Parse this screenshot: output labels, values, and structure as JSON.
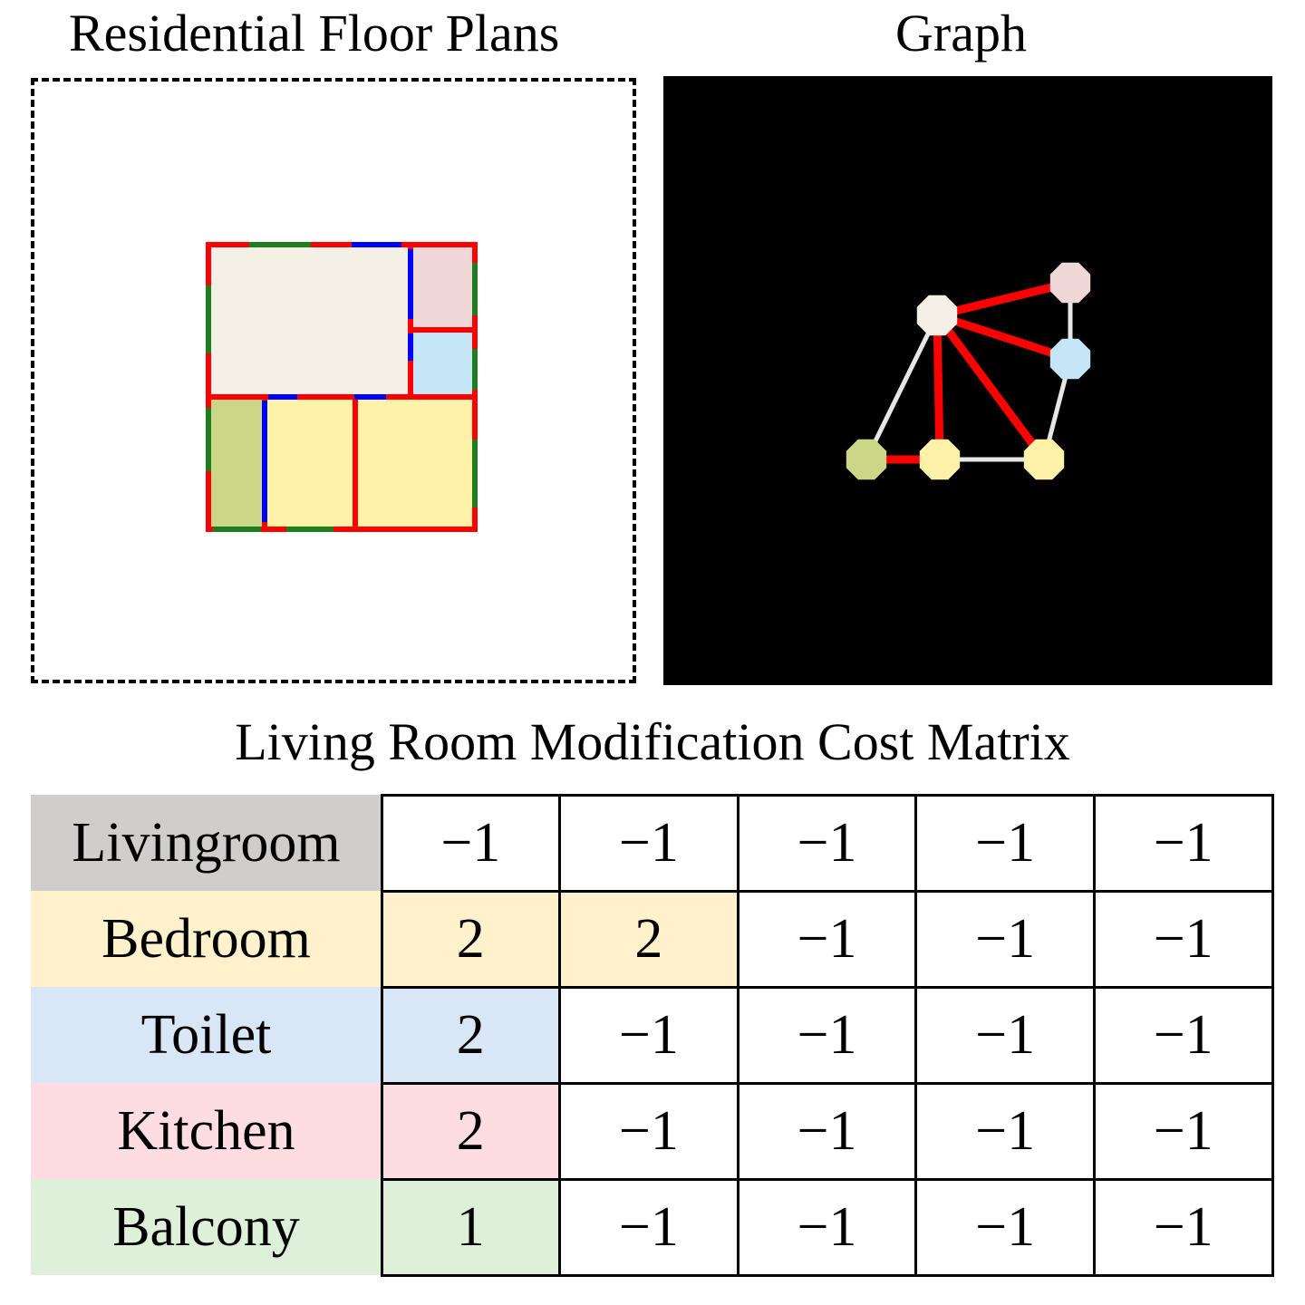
{
  "titles": {
    "floor_plan": "Residential Floor Plans",
    "graph": "Graph",
    "matrix": "Living Room Modification Cost Matrix"
  },
  "colors": {
    "wall": "#ff0000",
    "window": "#1e7d1e",
    "door": "#0000ff",
    "livingroom": "#f4f0e6",
    "kitchen": "#f0d8d8",
    "toilet": "#c4e6f6",
    "bedroom": "#fef2a8",
    "balcony": "#cbd687",
    "graph_background": "#000000",
    "edge_wall": "#ff0000",
    "edge_door": "#e6e6e6"
  },
  "floor_plan": {
    "rooms": [
      {
        "type": "livingroom"
      },
      {
        "type": "kitchen"
      },
      {
        "type": "toilet"
      },
      {
        "type": "balcony"
      },
      {
        "type": "bedroom"
      },
      {
        "type": "bedroom"
      }
    ]
  },
  "graph": {
    "nodes": [
      {
        "id": "livingroom",
        "type": "livingroom"
      },
      {
        "id": "kitchen",
        "type": "kitchen"
      },
      {
        "id": "toilet",
        "type": "toilet"
      },
      {
        "id": "balcony",
        "type": "balcony"
      },
      {
        "id": "bedroom-1",
        "type": "bedroom"
      },
      {
        "id": "bedroom-2",
        "type": "bedroom"
      }
    ],
    "edges": [
      {
        "from": "livingroom",
        "to": "kitchen",
        "kind": "wall"
      },
      {
        "from": "livingroom",
        "to": "toilet",
        "kind": "wall"
      },
      {
        "from": "livingroom",
        "to": "bedroom-1",
        "kind": "wall"
      },
      {
        "from": "livingroom",
        "to": "bedroom-2",
        "kind": "wall"
      },
      {
        "from": "livingroom",
        "to": "balcony",
        "kind": "door"
      },
      {
        "from": "kitchen",
        "to": "toilet",
        "kind": "door"
      },
      {
        "from": "toilet",
        "to": "bedroom-2",
        "kind": "door"
      },
      {
        "from": "balcony",
        "to": "bedroom-1",
        "kind": "wall"
      },
      {
        "from": "bedroom-1",
        "to": "bedroom-2",
        "kind": "door"
      }
    ]
  },
  "matrix": {
    "rows": [
      {
        "label": "Livingroom",
        "color": "#d0cecd",
        "highlight": 0,
        "values": [
          "−1",
          "−1",
          "−1",
          "−1",
          "−1"
        ]
      },
      {
        "label": "Bedroom",
        "color": "#fef1cc",
        "highlight": 2,
        "values": [
          "2",
          "2",
          "−1",
          "−1",
          "−1"
        ]
      },
      {
        "label": "Toilet",
        "color": "#d9e6f5",
        "highlight": 1,
        "values": [
          "2",
          "−1",
          "−1",
          "−1",
          "−1"
        ]
      },
      {
        "label": "Kitchen",
        "color": "#fddde2",
        "highlight": 1,
        "values": [
          "2",
          "−1",
          "−1",
          "−1",
          "−1"
        ]
      },
      {
        "label": "Balcony",
        "color": "#def0d9",
        "highlight": 1,
        "values": [
          "1",
          "−1",
          "−1",
          "−1",
          "−1"
        ]
      }
    ]
  }
}
